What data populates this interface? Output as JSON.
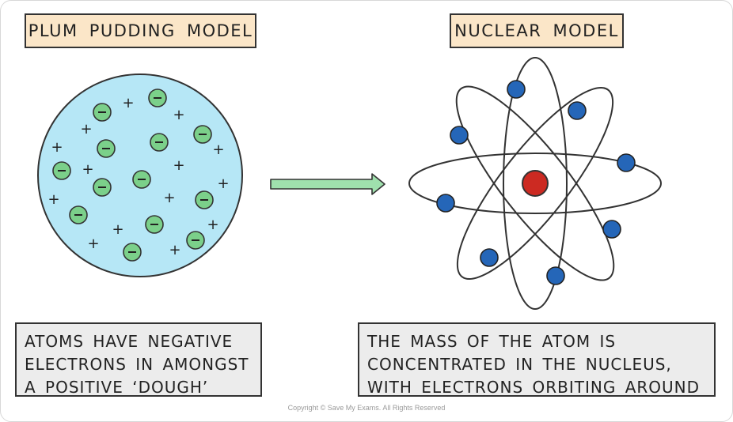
{
  "left_panel": {
    "title": "PLUM PUDDING MODEL",
    "caption": [
      "ATOMS HAVE NEGATIVE",
      "ELECTRONS IN AMONGST",
      "A POSITIVE ‘DOUGH’"
    ],
    "electron_symbol": "−",
    "positive_symbol": "+",
    "colors": {
      "dough": "#b6e7f6",
      "electron": "#7bd08a"
    }
  },
  "right_panel": {
    "title": "NUCLEAR MODEL",
    "caption": [
      "THE MASS OF THE ATOM IS",
      "CONCENTRATED IN THE NUCLEUS,",
      "WITH ELECTRONS ORBITING AROUND"
    ],
    "colors": {
      "nucleus": "#cc2a22",
      "electron": "#2566b8"
    }
  },
  "arrow_color": "#9fe0ad",
  "copyright": "Copyright © Save My Exams. All Rights Reserved"
}
